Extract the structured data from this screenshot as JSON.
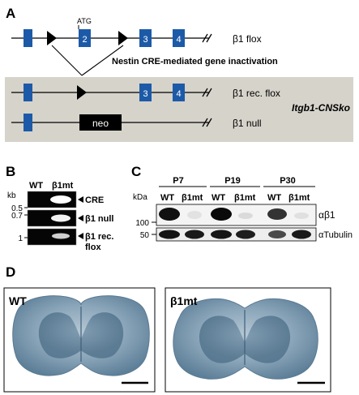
{
  "panel_a": {
    "label": "A",
    "atg": "ATG",
    "exons": [
      "2",
      "3",
      "4",
      "3",
      "4"
    ],
    "flox_label": "β1 flox",
    "cre_text": "Nestin CRE-mediated gene inactivation",
    "rec_flox_label": "β1 rec. flox",
    "neo": "neo",
    "null_label": "β1 null",
    "mouse_line": "Itgb1-CNSko"
  },
  "panel_b": {
    "label": "B",
    "wt": "WT",
    "mt": "β1mt",
    "kb": "kb",
    "sizes": [
      "0.5",
      "0.7",
      "1"
    ],
    "bands": [
      "CRE",
      "β1 null",
      "β1 rec.",
      "flox"
    ]
  },
  "panel_c": {
    "label": "C",
    "ages": [
      "P7",
      "P19",
      "P30"
    ],
    "kda": "kDa",
    "wt": "WT",
    "mt": "β1mt",
    "mw": [
      "100",
      "50"
    ],
    "rows": [
      "αβ1",
      "αTubulin"
    ]
  },
  "panel_d": {
    "label": "D",
    "left_title": "WT",
    "right_title": "β1mt"
  }
}
